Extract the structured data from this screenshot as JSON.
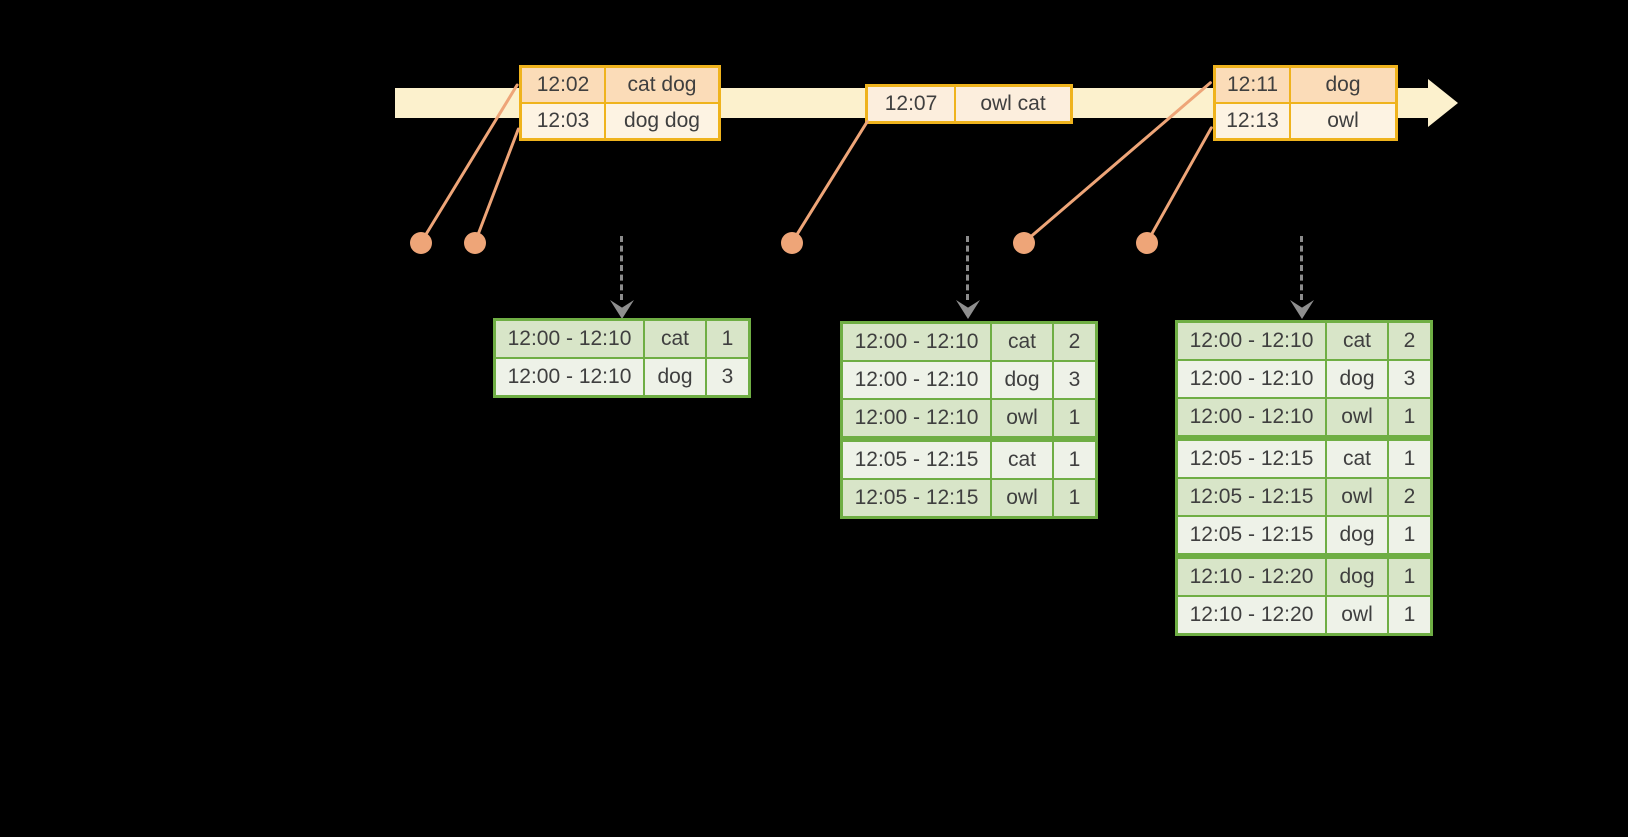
{
  "colors": {
    "background": "#000000",
    "timeline_band": "#fcf1cd",
    "event_table_border": "#efb31d",
    "event_row_peach": "#fbdcb8",
    "event_row_cream": "#fdf3e3",
    "event_row_single": "#fceedd",
    "connector_salmon": "#eea578",
    "dashed_arrow_gray": "#8c8c8c",
    "result_table_border": "#6fae44",
    "result_row_dark": "#d8e5c8",
    "result_row_light": "#eef2e8",
    "text": "#3f3f3f"
  },
  "event_tables": [
    {
      "rows": [
        {
          "time": "12:02",
          "words": "cat dog"
        },
        {
          "time": "12:03",
          "words": "dog dog"
        }
      ]
    },
    {
      "rows": [
        {
          "time": "12:07",
          "words": "owl cat"
        }
      ]
    },
    {
      "rows": [
        {
          "time": "12:11",
          "words": "dog"
        },
        {
          "time": "12:13",
          "words": "owl"
        }
      ]
    }
  ],
  "result_tables": [
    {
      "group_breaks": [],
      "rows": [
        {
          "window": "12:00 - 12:10",
          "word": "cat",
          "count": "1"
        },
        {
          "window": "12:00 - 12:10",
          "word": "dog",
          "count": "3"
        }
      ]
    },
    {
      "group_breaks": [
        3
      ],
      "rows": [
        {
          "window": "12:00 - 12:10",
          "word": "cat",
          "count": "2"
        },
        {
          "window": "12:00 - 12:10",
          "word": "dog",
          "count": "3"
        },
        {
          "window": "12:00 - 12:10",
          "word": "owl",
          "count": "1"
        },
        {
          "window": "12:05 - 12:15",
          "word": "cat",
          "count": "1"
        },
        {
          "window": "12:05 - 12:15",
          "word": "owl",
          "count": "1"
        }
      ]
    },
    {
      "group_breaks": [
        3,
        6
      ],
      "rows": [
        {
          "window": "12:00 - 12:10",
          "word": "cat",
          "count": "2"
        },
        {
          "window": "12:00 - 12:10",
          "word": "dog",
          "count": "3"
        },
        {
          "window": "12:00 - 12:10",
          "word": "owl",
          "count": "1"
        },
        {
          "window": "12:05 - 12:15",
          "word": "cat",
          "count": "1"
        },
        {
          "window": "12:05 - 12:15",
          "word": "owl",
          "count": "2"
        },
        {
          "window": "12:05 - 12:15",
          "word": "dog",
          "count": "1"
        },
        {
          "window": "12:10 - 12:20",
          "word": "dog",
          "count": "1"
        },
        {
          "window": "12:10 - 12:20",
          "word": "owl",
          "count": "1"
        }
      ]
    }
  ]
}
